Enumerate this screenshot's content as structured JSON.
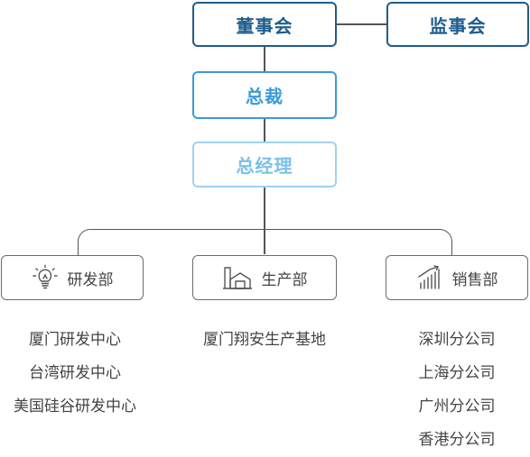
{
  "board": "董事会",
  "supervisors": "监事会",
  "president": "总裁",
  "general_manager": "总经理",
  "departments": [
    {
      "name": "研发部",
      "icon": "lightbulb-icon",
      "items": [
        "厦门研发中心",
        "台湾研发中心",
        "美国硅谷研发中心"
      ]
    },
    {
      "name": "生产部",
      "icon": "factory-icon",
      "items": [
        "厦门翔安生产基地"
      ]
    },
    {
      "name": "销售部",
      "icon": "bar-chart-growth-icon",
      "items": [
        "深圳分公司",
        "上海分公司",
        "广州分公司",
        "香港分公司"
      ]
    }
  ],
  "colors": {
    "dark_blue": "#1e5d8c",
    "mid_blue": "#3b9ad6",
    "light_blue": "#7cc0ea",
    "gray": "#444444"
  }
}
